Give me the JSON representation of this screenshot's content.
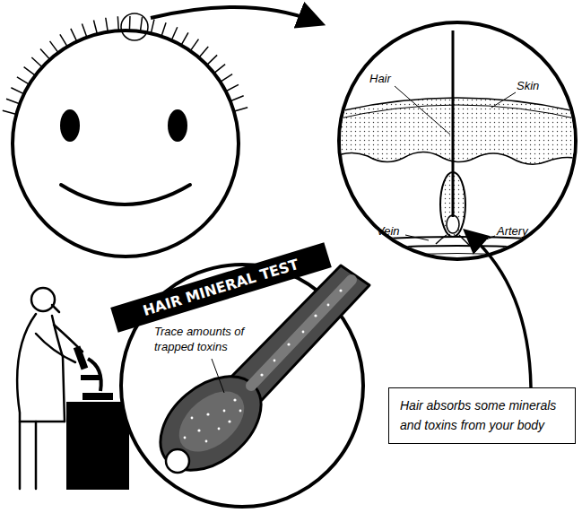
{
  "diagram": {
    "nodes": [
      {
        "text": [
          "HAIR MINERAL TEST"
        ]
      },
      {
        "text": [
          "Hair absorbs some minerals and toxins from your body"
        ]
      }
    ],
    "labels": [
      "Hair",
      "Skin",
      "Vein",
      "Artery",
      "Trace amounts of trapped toxins"
    ]
  }
}
